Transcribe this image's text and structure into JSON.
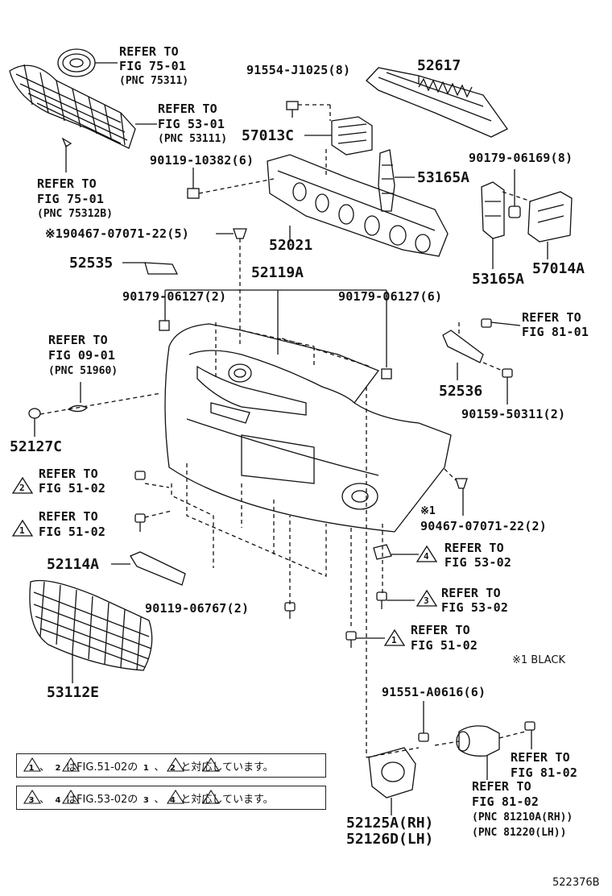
{
  "labels": {
    "ref_7501_pnc75311": {
      "l1": "REFER TO",
      "l2": "FIG 75-01",
      "l3": "(PNC 75311)"
    },
    "ref_5301": {
      "l1": "REFER TO",
      "l2": "FIG 53-01",
      "l3": "(PNC 53111)"
    },
    "ref_7501_pnc75312b": {
      "l1": "REFER TO",
      "l2": "FIG 75-01",
      "l3": "(PNC 75312B)"
    },
    "ref_0901": {
      "l1": "REFER TO",
      "l2": "FIG 09-01",
      "l3": "(PNC 51960)"
    },
    "ref_8101_a": {
      "l1": "REFER TO",
      "l2": "FIG 81-01"
    },
    "ref_5102_2": {
      "l1": "REFER TO",
      "l2": "FIG 51-02",
      "tri": "2"
    },
    "ref_5102_1": {
      "l1": "REFER TO",
      "l2": "FIG 51-02",
      "tri": "1"
    },
    "ref_5302_4": {
      "l1": "REFER TO",
      "l2": "FIG 53-02",
      "tri": "4"
    },
    "ref_5302_3": {
      "l1": "REFER TO",
      "l2": "FIG 53-02",
      "tri": "3"
    },
    "ref_5102_1b": {
      "l1": "REFER TO",
      "l2": "FIG 51-02",
      "tri": "1"
    },
    "ref_8102_a": {
      "l1": "REFER TO",
      "l2": "FIG 81-02"
    },
    "ref_8102_b": {
      "l1": "REFER TO",
      "l2": "FIG 81-02",
      "l3": "(PNC 81210A(RH))",
      "l4": "(PNC 81220(LH))"
    }
  },
  "parts": {
    "p91554": "91554-J1025(8)",
    "p52617": "52617",
    "p57013c": "57013C",
    "p90119_10382": "90119-10382(6)",
    "p90179_06169": "90179-06169(8)",
    "p53165a_top": "53165A",
    "p90467_5": "※190467-07071-22(5)",
    "p52021": "52021",
    "p52535": "52535",
    "p52119a": "52119A",
    "p53165a_bot": "53165A",
    "p57014a": "57014A",
    "p90179_06127_2": "90179-06127(2)",
    "p90179_06127_6": "90179-06127(6)",
    "p52536": "52536",
    "p90159": "90159-50311(2)",
    "p52127c": "52127C",
    "p_star1": "※1",
    "p90467_2": "90467-07071-22(2)",
    "p52114a": "52114A",
    "p90119_06767": "90119-06767(2)",
    "p53112e": "53112E",
    "p91551": "91551-A0616(6)",
    "p52125a": "52125A(RH)",
    "p52126d": "52126D(LH)"
  },
  "footnote": "※1 BLACK",
  "notes": {
    "n1": {
      "t1": "1",
      "sep1": "、",
      "t2": "2",
      "mid": "はFIG.51-02の",
      "t3": "1",
      "sep2": "、",
      "t4": "2",
      "end": "と対応しています。"
    },
    "n2": {
      "t1": "3",
      "sep1": "、",
      "t2": "4",
      "mid": "はFIG.53-02の",
      "t3": "3",
      "sep2": "、",
      "t4": "4",
      "end": "と対応しています。"
    }
  },
  "figure_id": "522376B"
}
